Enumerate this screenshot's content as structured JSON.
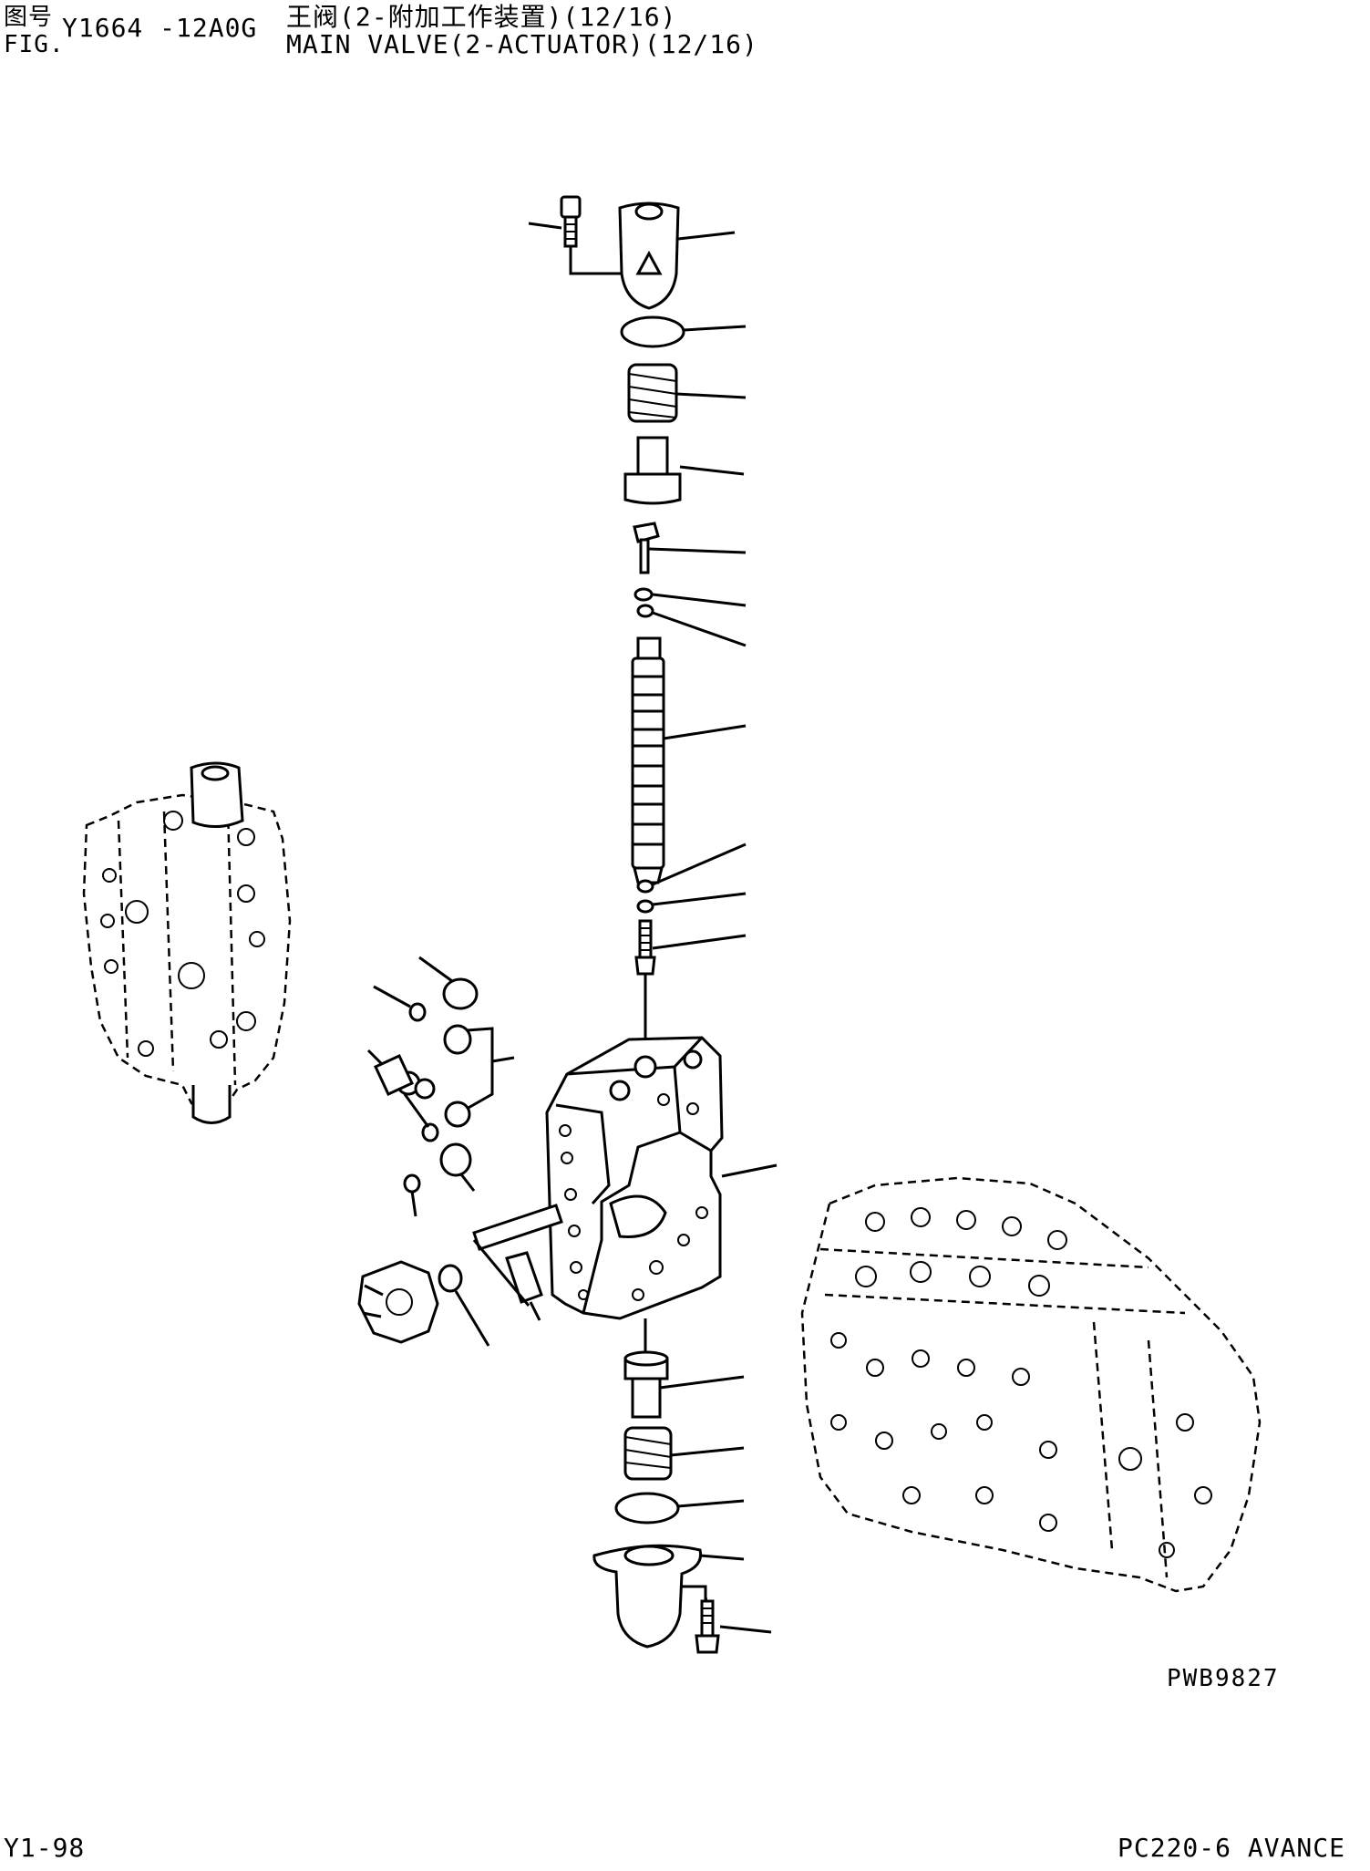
{
  "header": {
    "fig_label_cn": "图号",
    "fig_label_en": "FIG.",
    "fig_number": "Y1664 -12A0G",
    "title_cn": "王阀(2-附加工作装置)(12/16)",
    "title_en": "MAIN VALVE(2-ACTUATOR)(12/16)"
  },
  "drawing_code": "PWB9827",
  "footer": {
    "page_ref": "Y1-98",
    "model_ref": "PC220-6 AVANCE"
  },
  "colors": {
    "ink": "#000000",
    "paper": "#ffffff"
  }
}
